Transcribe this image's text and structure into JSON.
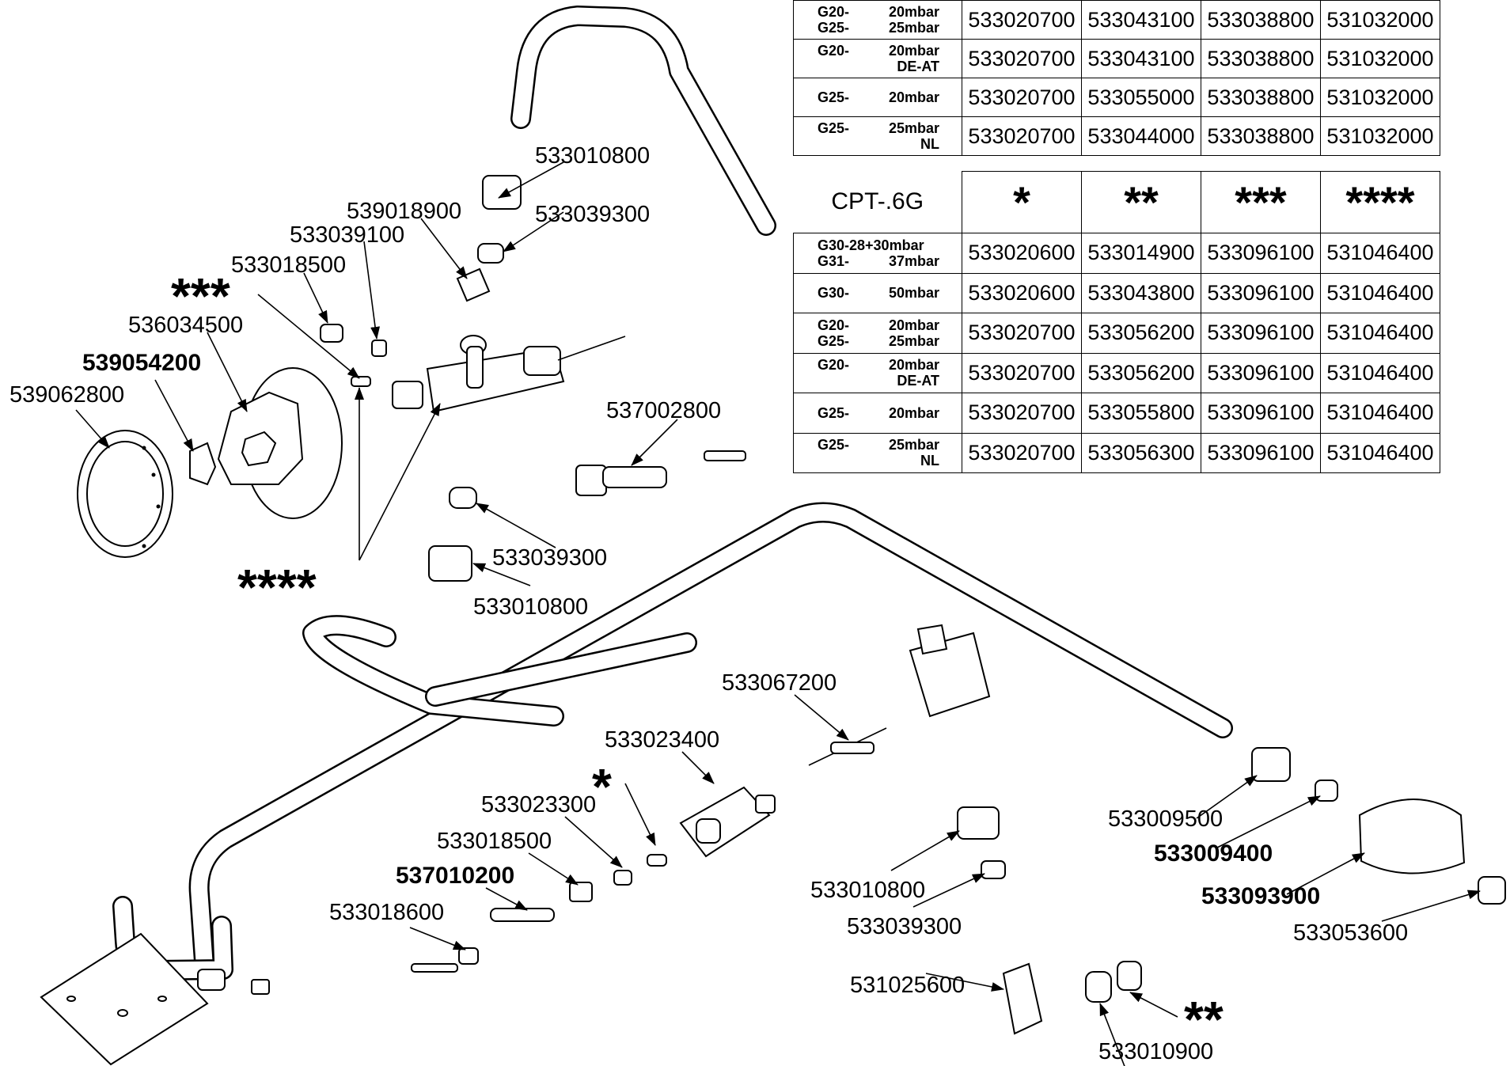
{
  "tables": [
    {
      "model": "",
      "columns": [],
      "rows": [
        {
          "gas": [
            "G20-",
            "20mbar",
            "G25-",
            "25mbar"
          ],
          "values": [
            "533020700",
            "533043100",
            "533038800",
            "531032000"
          ]
        },
        {
          "gas": [
            "G20-",
            "20mbar",
            "",
            "DE-AT"
          ],
          "values": [
            "533020700",
            "533043100",
            "533038800",
            "531032000"
          ]
        },
        {
          "gas": [
            "G25-",
            "20mbar"
          ],
          "values": [
            "533020700",
            "533055000",
            "533038800",
            "531032000"
          ]
        },
        {
          "gas": [
            "G25-",
            "25mbar",
            "",
            "NL"
          ],
          "values": [
            "533020700",
            "533044000",
            "533038800",
            "531032000"
          ]
        }
      ]
    },
    {
      "model": "CPT-.6G",
      "columns": [
        "*",
        "**",
        "***",
        "****"
      ],
      "rows": [
        {
          "gas": [
            "G30-28+30mbar",
            "",
            "G31-",
            "37mbar"
          ],
          "values": [
            "533020600",
            "533014900",
            "533096100",
            "531046400"
          ]
        },
        {
          "gas": [
            "G30-",
            "50mbar"
          ],
          "values": [
            "533020600",
            "533043800",
            "533096100",
            "531046400"
          ]
        },
        {
          "gas": [
            "G20-",
            "20mbar",
            "G25-",
            "25mbar"
          ],
          "values": [
            "533020700",
            "533056200",
            "533096100",
            "531046400"
          ]
        },
        {
          "gas": [
            "G20-",
            "20mbar",
            "",
            "DE-AT"
          ],
          "values": [
            "533020700",
            "533056200",
            "533096100",
            "531046400"
          ]
        },
        {
          "gas": [
            "G25-",
            "20mbar"
          ],
          "values": [
            "533020700",
            "533055800",
            "533096100",
            "531046400"
          ]
        },
        {
          "gas": [
            "G25-",
            "25mbar",
            "",
            "NL"
          ],
          "values": [
            "533020700",
            "533056300",
            "533096100",
            "531046400"
          ]
        }
      ]
    }
  ],
  "callouts": {
    "nut_top": "533010800",
    "olive_top": "533039300",
    "bracket_top": "539018900",
    "pin_top": "533039100",
    "fitting_top": "533018500",
    "stars3": "***",
    "knob": "536034500",
    "collar": "539054200",
    "dial": "539062800",
    "stars4": "****",
    "thermocouple": "537002800",
    "olive_mid": "533039300",
    "nut_mid": "533010800",
    "thermo_bottom": "533067200",
    "valve_bottom": "533023400",
    "stars1": "*",
    "spacer_bottom": "533023300",
    "fitting_bottom": "533018500",
    "injector_bottom": "537010200",
    "nut_small": "533018600",
    "nut_right": "533010800",
    "olive_right": "533039300",
    "elbow": "531025600",
    "ring_bottom": "533010900",
    "stars2": "**",
    "nut_far_right": "533009500",
    "washer_far_right": "533009400",
    "burner_cap": "533093900",
    "plug": "533053600"
  }
}
